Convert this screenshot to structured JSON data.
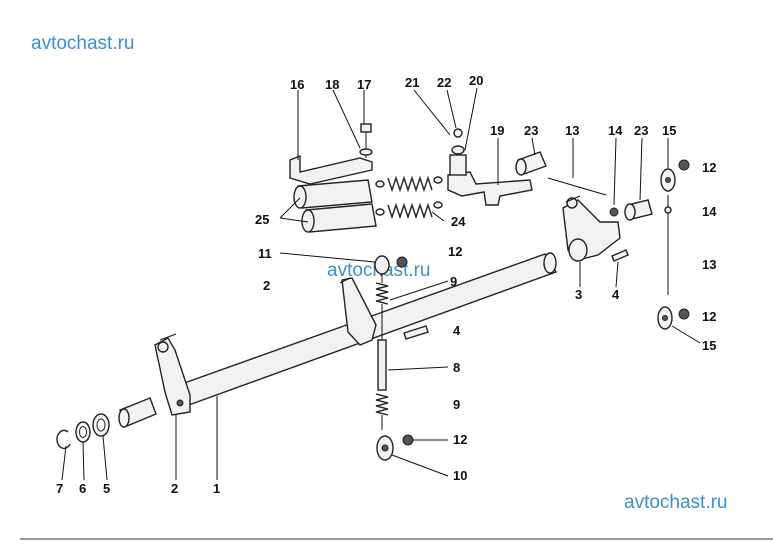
{
  "watermarks": {
    "top": "avtochast.ru",
    "middle": "avtochast.ru",
    "bottom": "avtochast.ru"
  },
  "callouts": {
    "l1": "1",
    "l2a": "2",
    "l2b": "2",
    "l3": "3",
    "l4a": "4",
    "l4b": "4",
    "l5": "5",
    "l6": "6",
    "l7": "7",
    "l8": "8",
    "l9a": "9",
    "l9b": "9",
    "l10": "10",
    "l11": "11",
    "l12a": "12",
    "l12b": "12",
    "l12c": "12",
    "l12d": "12",
    "l13a": "13",
    "l13b": "13",
    "l14a": "14",
    "l14b": "14",
    "l15a": "15",
    "l15b": "15",
    "l16": "16",
    "l17": "17",
    "l18": "18",
    "l19": "19",
    "l20": "20",
    "l21": "21",
    "l22": "22",
    "l23a": "23",
    "l23b": "23",
    "l24": "24",
    "l25": "25"
  }
}
